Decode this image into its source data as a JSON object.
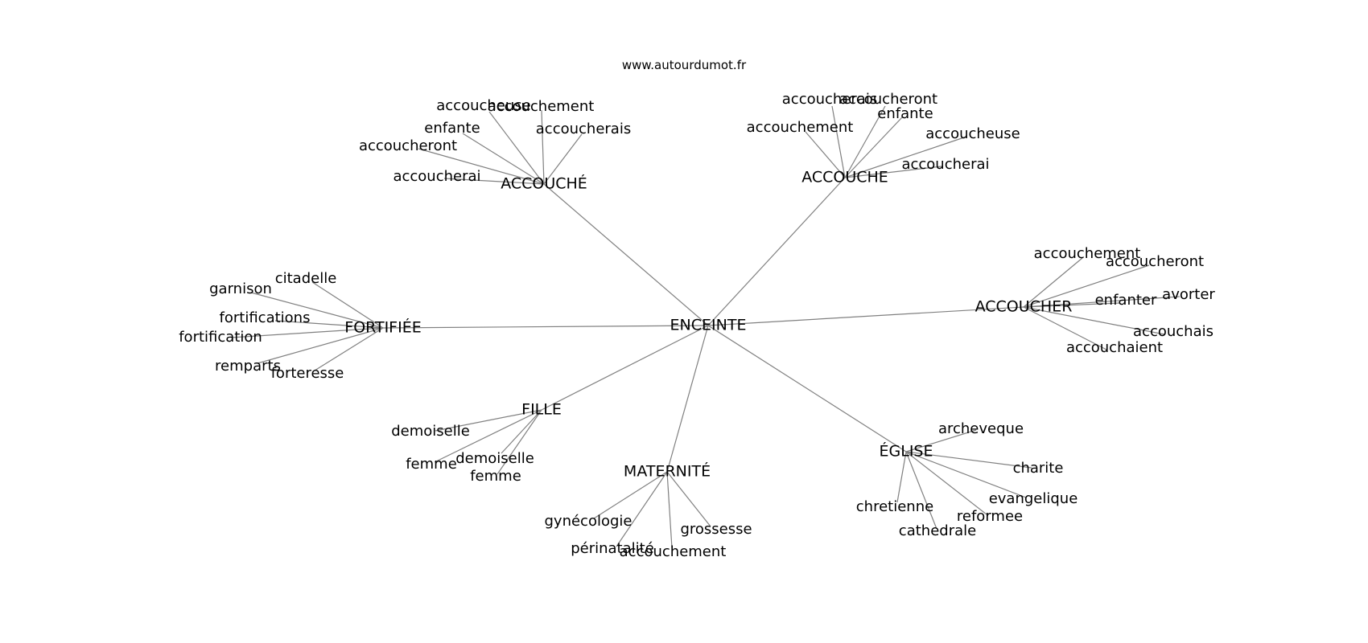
{
  "header": {
    "source": "www.autourdumot.fr"
  },
  "graph": {
    "root": "ENCEINTE",
    "clusters": [
      {
        "id": "accouche-acute",
        "label": "ACCOUCHÉ",
        "leaves": [
          "accoucheuse",
          "accouchement",
          "enfante",
          "accoucherais",
          "accoucheront",
          "accoucherai"
        ]
      },
      {
        "id": "accouche",
        "label": "ACCOUCHE",
        "leaves": [
          "accoucherais",
          "accoucheront",
          "enfante",
          "accouchement",
          "accoucheuse",
          "accoucherai"
        ]
      },
      {
        "id": "fortifiee",
        "label": "FORTIFIÉE",
        "leaves": [
          "citadelle",
          "garnison",
          "fortifications",
          "fortification",
          "remparts",
          "forteresse"
        ]
      },
      {
        "id": "accoucher",
        "label": "ACCOUCHER",
        "leaves": [
          "accouchement",
          "accoucheront",
          "avorter",
          "enfanter",
          "accouchais",
          "accouchaient"
        ]
      },
      {
        "id": "fille",
        "label": "FILLE",
        "leaves": [
          "demoiselle",
          "femme",
          "demoiselle",
          "femme"
        ]
      },
      {
        "id": "maternite",
        "label": "MATERNITÉ",
        "leaves": [
          "gynécologie",
          "grossesse",
          "périnatalité",
          "accouchement"
        ]
      },
      {
        "id": "eglise",
        "label": "ÉGLISE",
        "leaves": [
          "archeveque",
          "charite",
          "evangelique",
          "chretienne",
          "reformee",
          "cathedrale"
        ]
      }
    ]
  }
}
